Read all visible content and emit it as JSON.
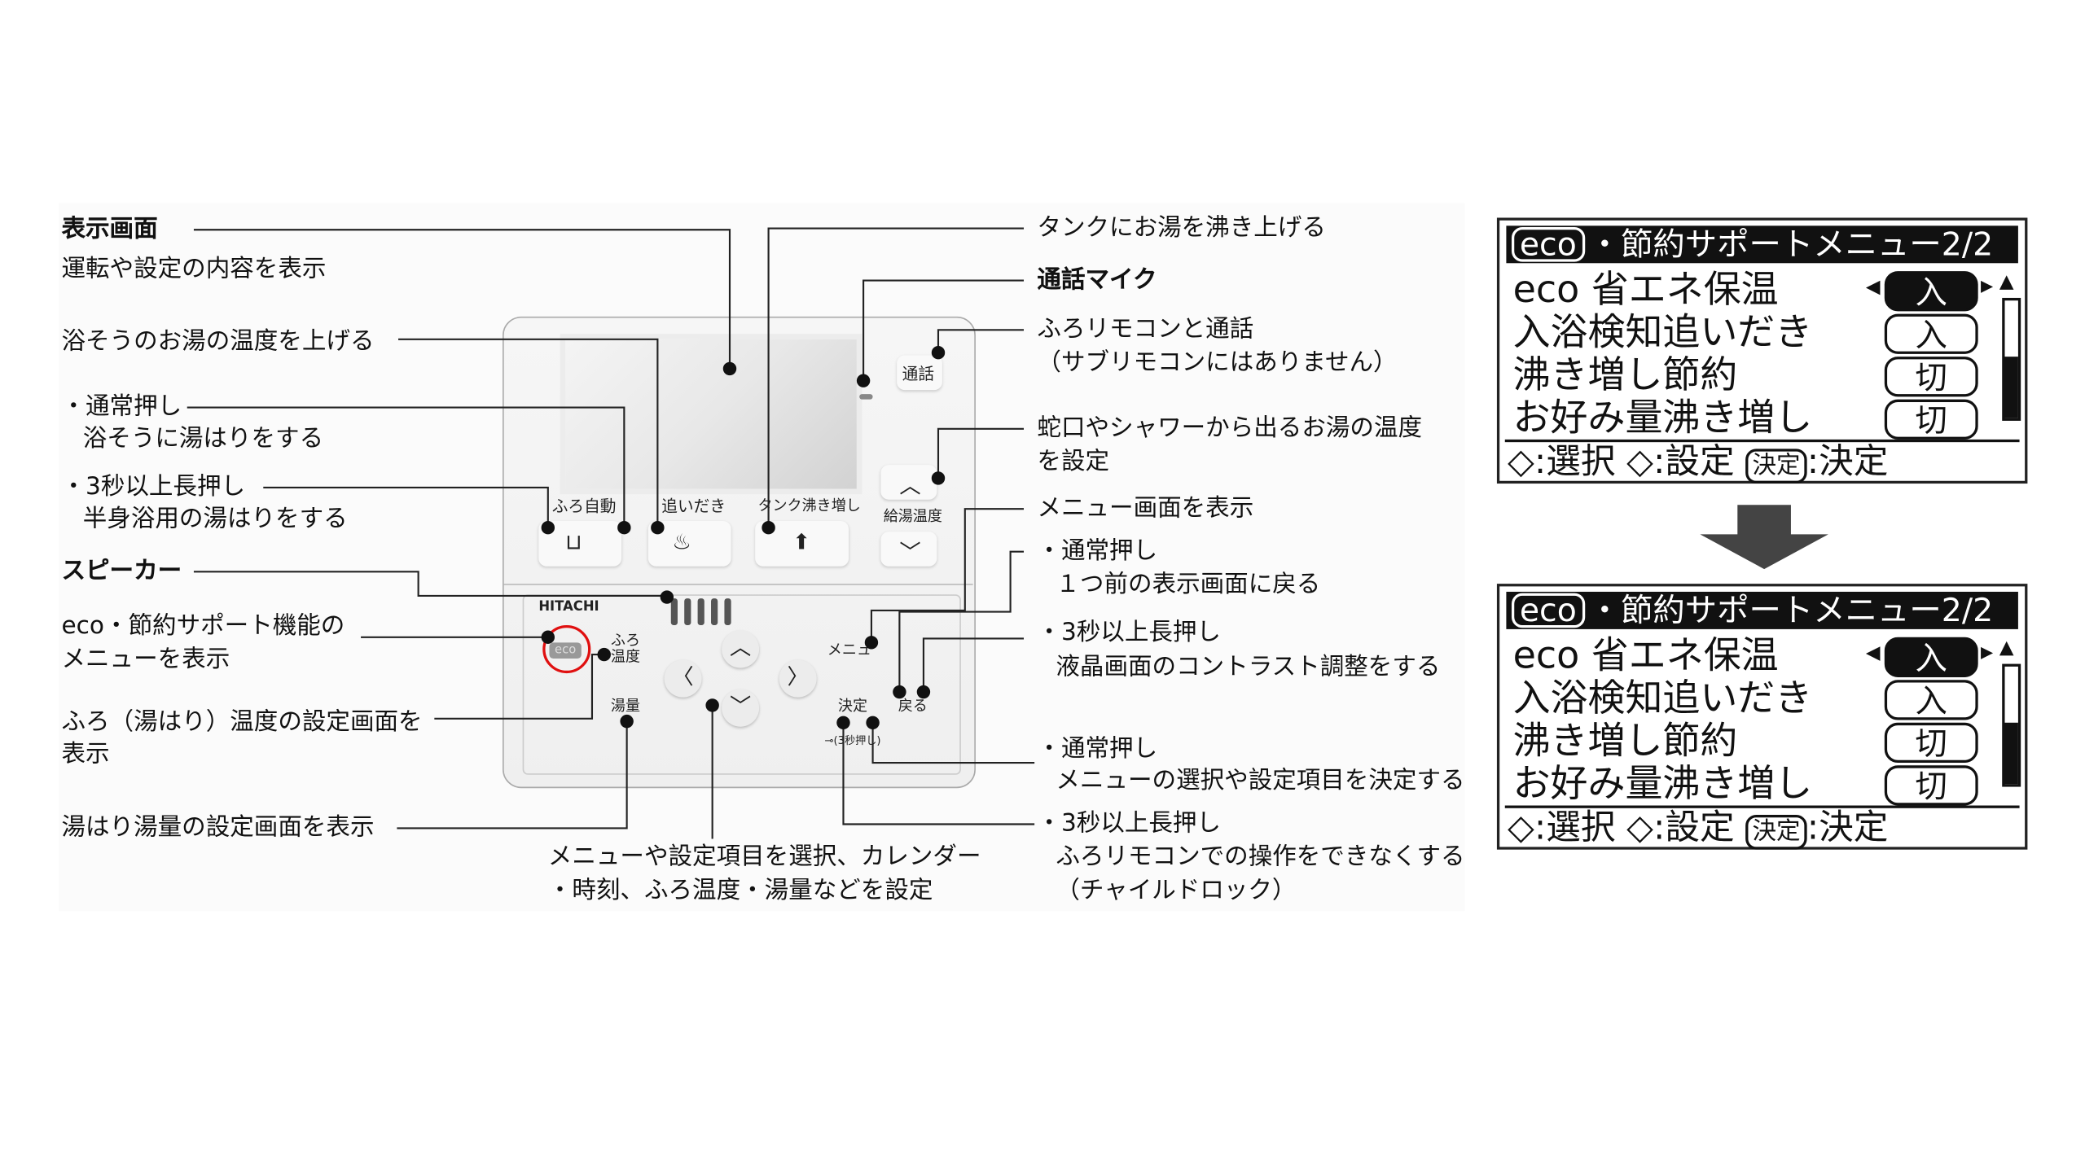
{
  "left_labels": {
    "display_title": "表示画面",
    "display_desc": "運転や設定の内容を表示",
    "reheat": "浴そうのお湯の温度を上げる",
    "auto_normal": "・通常押し",
    "auto_normal_desc": "浴そうに湯はりをする",
    "auto_long": "・3秒以上長押し",
    "auto_long_desc": "半身浴用の湯はりをする",
    "speaker_title": "スピーカー",
    "eco_1": "eco・節約サポート機能の",
    "eco_2": "メニューを表示",
    "bath_temp_1": "ふろ（湯はり）温度の設定画面を",
    "bath_temp_2": "表示",
    "volume": "湯はり湯量の設定画面を表示"
  },
  "bottom_label": {
    "line1": "メニューや設定項目を選択、カレンダー",
    "line2": "・時刻、ふろ温度・湯量などを設定"
  },
  "right_labels": {
    "tank": "タンクにお湯を沸き上げる",
    "mic_title": "通話マイク",
    "call_1": "ふろリモコンと通話",
    "call_2": "（サブリモコンにはありません）",
    "supply_1": "蛇口やシャワーから出るお湯の温度",
    "supply_2": "を設定",
    "menu": "メニュー画面を表示",
    "back_normal": "・通常押し",
    "back_normal_desc": "１つ前の表示画面に戻る",
    "back_long": "・3秒以上長押し",
    "back_long_desc": "液晶画面のコントラスト調整をする",
    "ok_normal": "・通常押し",
    "ok_normal_desc": "メニューの選択や設定項目を決定する",
    "ok_long": "・3秒以上長押し",
    "ok_long_desc": "ふろリモコンでの操作をできなくする",
    "ok_long_note": "（チャイルドロック）"
  },
  "remote": {
    "brand": "HITACHI",
    "btn_auto": "ふろ自動",
    "btn_reheat": "追いだき",
    "btn_tank": "タンク沸き増し",
    "btn_call": "通話",
    "btn_supply": "給湯温度",
    "btn_eco": "eco",
    "btn_bath_temp": "ふろ温度",
    "btn_volume": "湯量",
    "btn_menu": "メニュ",
    "btn_ok": "決定",
    "btn_back": "戻る",
    "lock_note": "⊸(3秒押し)",
    "up": "︿",
    "down": "﹀",
    "left": "〈",
    "right": "〉"
  },
  "screens": [
    {
      "title_eco": "eco",
      "title": "・節約サポートメニュー2/2",
      "rows": [
        {
          "label": "eco 省エネ保温",
          "value": "入",
          "selected": true
        },
        {
          "label": "入浴検知追いだき",
          "value": "入",
          "selected": false
        },
        {
          "label": "沸き増し節約",
          "value": "切",
          "selected": false
        },
        {
          "label": "お好み量沸き増し",
          "value": "切",
          "selected": false
        }
      ],
      "foot_select": "◇:選択",
      "foot_set": "◇:設定",
      "foot_ok_key": "決定",
      "foot_ok": ":決定"
    },
    {
      "title_eco": "eco",
      "title": "・節約サポートメニュー2/2",
      "rows": [
        {
          "label": "eco 省エネ保温",
          "value": "入",
          "selected": true
        },
        {
          "label": "入浴検知追いだき",
          "value": "入",
          "selected": false
        },
        {
          "label": "沸き増し節約",
          "value": "切",
          "selected": false
        },
        {
          "label": "お好み量沸き増し",
          "value": "切",
          "selected": false
        }
      ],
      "foot_select": "◇:選択",
      "foot_set": "◇:設定",
      "foot_ok_key": "決定",
      "foot_ok": ":決定"
    }
  ],
  "colors": {
    "highlight_ring": "#e01010",
    "arrow": "#444444"
  }
}
